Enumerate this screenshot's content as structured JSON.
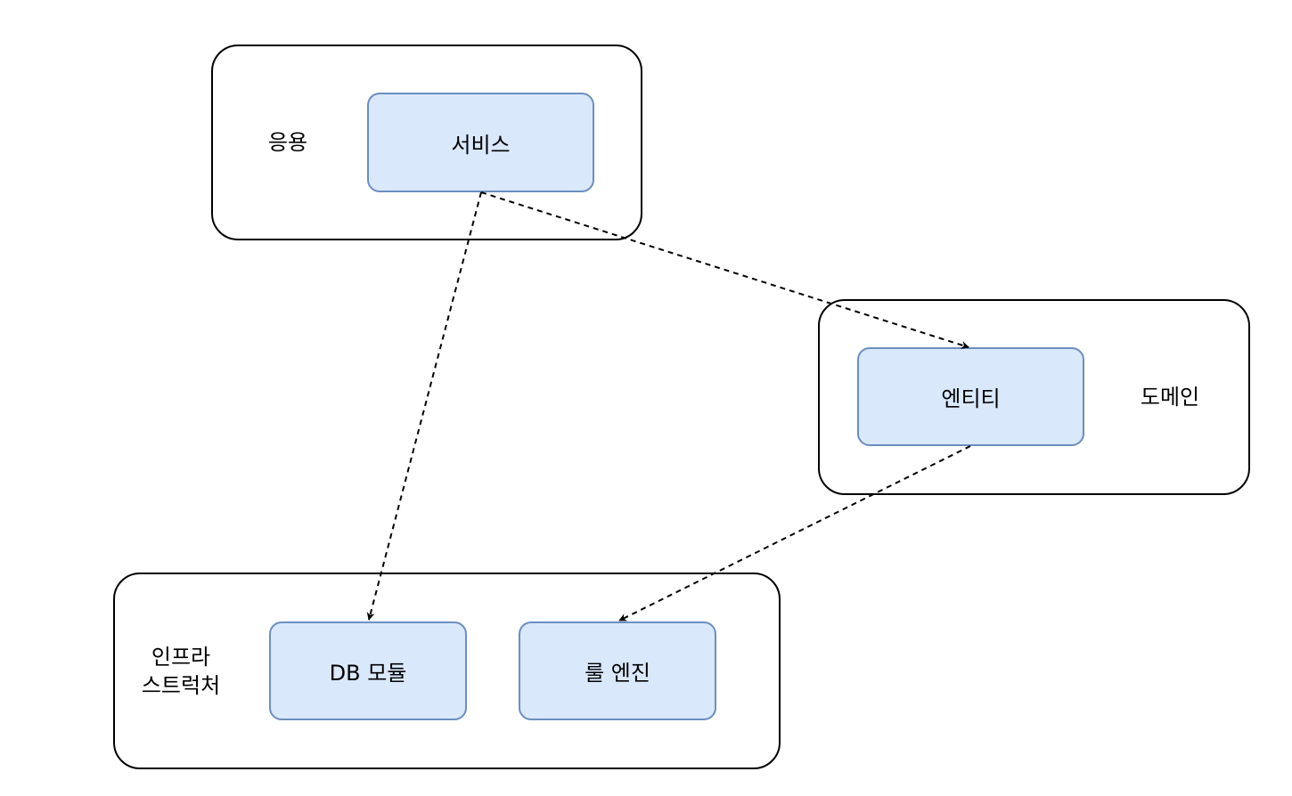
{
  "layers": {
    "application": {
      "label": "응용"
    },
    "domain": {
      "label": "도메인"
    },
    "infrastructure": {
      "label": "인프라\n스트럭처"
    }
  },
  "nodes": {
    "service": {
      "label": "서비스"
    },
    "entity": {
      "label": "엔티티"
    },
    "db_module": {
      "label": "DB 모듈"
    },
    "rule_engine": {
      "label": "룰 엔진"
    }
  },
  "colors": {
    "node_fill": "#dae8fc",
    "node_border": "#6c8ebf",
    "layer_border": "#000000",
    "edge": "#000000"
  }
}
